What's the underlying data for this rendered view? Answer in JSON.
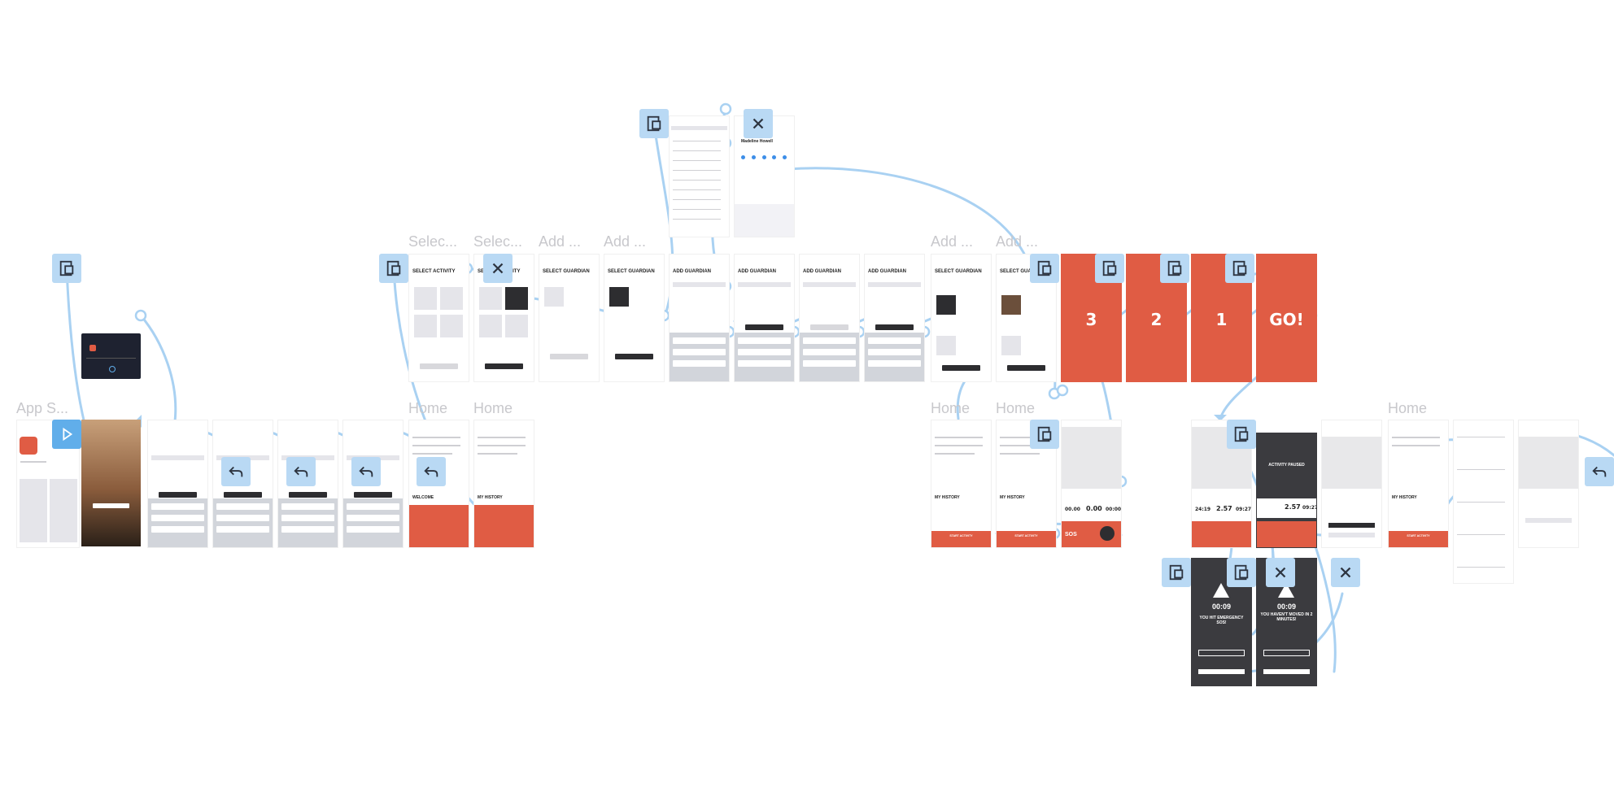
{
  "frame_labels": {
    "app_store": "App S...",
    "select_1": "Selec...",
    "select_2": "Selec...",
    "add_1": "Add ...",
    "add_2": "Add ...",
    "add_3": "Add ...",
    "add_4": "Add ...",
    "home_1": "Home",
    "home_2": "Home",
    "home_3": "Home",
    "home_4": "Home",
    "home_5": "Home"
  },
  "screens": {
    "select_activity_title": "SELECT ACTIVITY",
    "select_guardian_title": "SELECT GUARDIAN",
    "add_guardian_title": "ADD GUARDIAN",
    "contact_name": "Madeline Howell",
    "welcome_label": "WELCOME",
    "my_history_label": "MY HISTORY",
    "start_activity_label": "START ACTIVITY",
    "activity_paused_label": "ACTIVITY PAUSED",
    "countdown": [
      "3",
      "2",
      "1",
      "GO!"
    ],
    "timer": "00:09",
    "emergency_caption": "YOU HIT EMERGENCY SOS!",
    "not_moved_caption": "YOU HAVEN'T MOVED IN 2 MINUTES!",
    "sos_label": "SOS",
    "stats": {
      "time": "24:19",
      "distance": "2.57",
      "pace": "09:27",
      "zero_time": "00.00",
      "zero_distance": "0.00",
      "zero_pace": "00:00"
    }
  },
  "colors": {
    "accent_red": "#e05c44",
    "flow_line": "#a9d1f2",
    "overlay_button": "#b9d9f4",
    "play_button": "#61aeea",
    "dark_screen": "#3b3b3f",
    "frame_label": "#c8c8cc"
  },
  "icons": {
    "overlay": "overlay-icon",
    "close": "close-icon",
    "back": "back-icon",
    "play": "play-icon"
  }
}
